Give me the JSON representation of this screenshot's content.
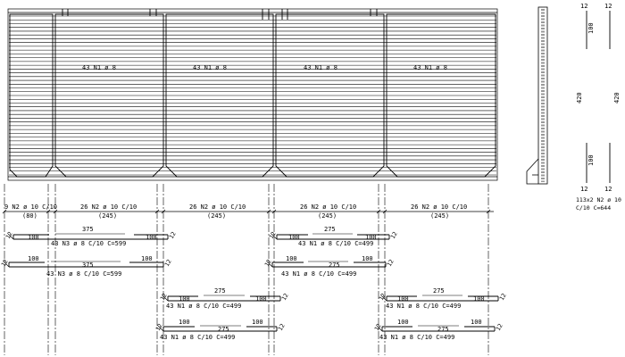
{
  "wall_panels": [
    {
      "label": "43 N1 ø 8"
    },
    {
      "label": "43 N1 ø 8"
    },
    {
      "label": "43 N1 ø 8"
    },
    {
      "label": "43 N1 ø 8"
    }
  ],
  "distribution": [
    {
      "label": "9 N2 ø 10 C/10",
      "length": "(80)"
    },
    {
      "label": "26 N2 ø 10 C/10",
      "length": "(245)"
    },
    {
      "label": "26 N2 ø 10 C/10",
      "length": "(245)"
    },
    {
      "label": "26 N2 ø 10 C/10",
      "length": "(245)"
    },
    {
      "label": "26 N2 ø 10 C/10",
      "length": "(245)"
    }
  ],
  "bars": [
    {
      "hook_left": "100",
      "center": "375",
      "hook_right": "100",
      "label": "43 N3 ø 8 C/10 C=599",
      "end_mark": "12"
    },
    {
      "hook_left": "100",
      "center": "375",
      "hook_right": "100",
      "label": "43 N3 ø 8 C/10 C=599",
      "end_mark": "12"
    },
    {
      "hook_left": "100",
      "center": "275",
      "hook_right": "100",
      "label": "43 N1 ø 8 C/10 C=499",
      "end_mark": "12"
    },
    {
      "hook_left": "100",
      "center": "275",
      "hook_right": "100",
      "label": "43 N1 ø 8 C/10 C=499",
      "end_mark": "12"
    },
    {
      "hook_left": "100",
      "center": "275",
      "hook_right": "100",
      "label": "43 N1 ø 8 C/10 C=499",
      "end_mark": "12"
    },
    {
      "hook_left": "100",
      "center": "275",
      "hook_right": "100",
      "label": "43 N1 ø 8 C/10 C=499",
      "end_mark": "12"
    },
    {
      "hook_left": "100",
      "center": "275",
      "hook_right": "100",
      "label": "43 N1 ø 8 C/10 C=499",
      "end_mark": "12"
    },
    {
      "hook_left": "100",
      "center": "275",
      "hook_right": "100",
      "label": "43 N1 ø 8 C/10 C=499",
      "end_mark": "12"
    }
  ],
  "stirrup": {
    "top_left": "12",
    "top_right": "12",
    "upper_leg": "100",
    "height_left": "420",
    "height_right": "420",
    "lower_leg": "100",
    "bottom_left": "12",
    "bottom_right": "12",
    "label_line1": "113x2 N2 ø 10",
    "label_line2": "C/10 C=644"
  }
}
